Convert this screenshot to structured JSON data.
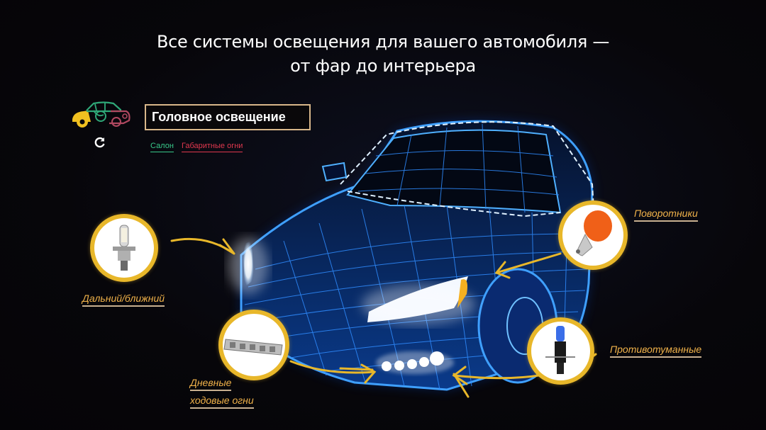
{
  "header": {
    "title_line1": "Все системы освещения для вашего автомобиля —",
    "title_line2": "от фар до интерьера"
  },
  "navigator": {
    "mini_car_icon": "car-zones-icon",
    "refresh_icon": "refresh-icon",
    "active_section": "Головное освещение",
    "tabs": [
      {
        "label": "Салон",
        "color": "#38c98a"
      },
      {
        "label": "Габаритные огни",
        "color": "#e0384e"
      }
    ],
    "zone_colors": {
      "front": "#f0c020",
      "cabin": "#2fa878",
      "rear": "#b04860"
    }
  },
  "hotspots": [
    {
      "id": "high-low-beam",
      "label": "Дальний/ближний",
      "icon": "h4-bulb-icon"
    },
    {
      "id": "turn-signals",
      "label": "Поворотники",
      "icon": "orange-bulb-icon"
    },
    {
      "id": "drl",
      "label_line1": "Дневные",
      "label_line2": "ходовые огни",
      "icon": "led-strip-icon"
    },
    {
      "id": "fog-lights",
      "label": "Противотуманные",
      "icon": "h1-bulb-icon"
    }
  ],
  "colors": {
    "accent": "#e8b72a",
    "label": "#f0b24a",
    "wireframe": "#1e7fff",
    "background": "#07060a"
  }
}
